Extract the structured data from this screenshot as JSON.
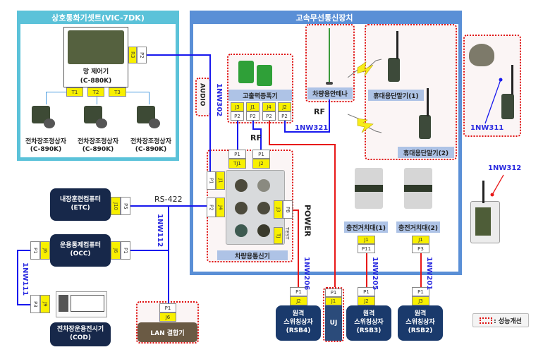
{
  "vic_set": {
    "title": "상호통화기셋트(VIC-7DK)",
    "controller": {
      "name": "망 제어기",
      "model": "(C-880K)",
      "connector_j": "R3",
      "connector_p": "P2"
    },
    "ports": [
      "T1",
      "T2",
      "T3"
    ],
    "stations": [
      {
        "name": "전차장조정상자",
        "model": "(C-890K)"
      },
      {
        "name": "전차장조정상자",
        "model": "(C-890K)"
      },
      {
        "name": "전차장조정상자",
        "model": "(C-890K)"
      }
    ],
    "colors": {
      "frame": "#5bc2d9"
    }
  },
  "hs_comm": {
    "title": "고속무선통신장치",
    "colors": {
      "frame": "#5a8fd6"
    },
    "amplifier": {
      "name": "고출력증폭기",
      "ports": [
        {
          "j": "J3",
          "p": "P2"
        },
        {
          "j": "J1",
          "p": "P2"
        },
        {
          "j": "J4",
          "p": "P2"
        },
        {
          "j": "J2",
          "p": "P2"
        }
      ]
    },
    "antenna": {
      "name": "차량용안테나"
    },
    "handheld": [
      {
        "name": "휴대용단말기(1)"
      },
      {
        "name": "휴대용단말기(2)"
      }
    ],
    "audio_label": "AUDIO",
    "vehicle_comm": {
      "name": "차량용통신기",
      "top_ports": [
        {
          "p": "P1",
          "j": "TJ1"
        },
        {
          "p": "P1",
          "j": "J2"
        }
      ],
      "left_ports": [
        {
          "p": "P1",
          "j": "J1"
        },
        {
          "p": "P2",
          "j": "J4"
        }
      ],
      "right_ports": [
        {
          "j": "J3",
          "p": "P8"
        },
        {
          "j": "TJ",
          "p": "TEST"
        }
      ]
    },
    "chargers": [
      {
        "name": "충전거치대(1)",
        "j": "J1",
        "p": "P11"
      },
      {
        "name": "충전거치대(2)",
        "j": "J1",
        "p": "P3"
      }
    ]
  },
  "labels": {
    "rf_1": "RF",
    "rf_2": "RF",
    "rs422": "RS-422",
    "power": "POWER"
  },
  "cables": {
    "nw302": "1NW302",
    "nw321": "1NW321",
    "nw311": "1NW311",
    "nw312": "1NW312",
    "nw112": "1NW112",
    "nw111": "1NW111",
    "nw206": "1NW206",
    "nw205": "1NW205",
    "nw201": "1NW201"
  },
  "computers": {
    "etc": {
      "name": "내장훈련컴퓨터",
      "model": "(ETC)",
      "j": "J10",
      "p": "P5"
    },
    "occ": {
      "name": "운용통제컴퓨터",
      "model": "(OCC)",
      "left_p": "P1",
      "left_j": "J6",
      "right_j": "J6",
      "right_p": "P1"
    },
    "cod": {
      "name": "전차장운용전시기",
      "model": "(COD)",
      "p": "P3",
      "j": "J9"
    }
  },
  "lan": {
    "name": "LAN 결합기",
    "p": "P1",
    "j": "J6"
  },
  "rsb": [
    {
      "title": "원격",
      "name": "스위칭상자",
      "model": "(RSB4)",
      "p": "P1",
      "j": "J2"
    },
    {
      "title": "",
      "name": "UJ",
      "model": "",
      "p": "P1",
      "j": "J1"
    },
    {
      "title": "원격",
      "name": "스위칭상자",
      "model": "(RSB3)",
      "p": "P1",
      "j": "J2"
    },
    {
      "title": "원격",
      "name": "스위칭상자",
      "model": "(RSB2)",
      "p": "P1",
      "j": "J3"
    }
  ],
  "legend": {
    "text": ": 성능개선"
  }
}
